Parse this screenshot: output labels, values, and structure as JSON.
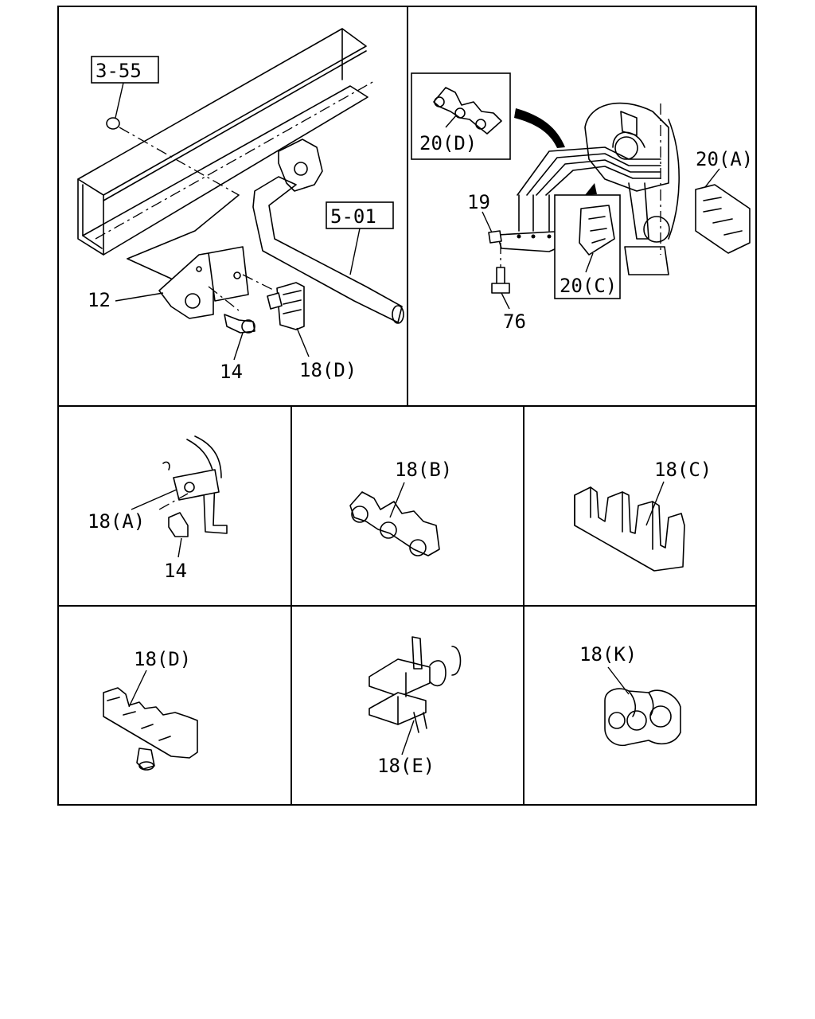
{
  "callouts": {
    "ref_3_55": "3-55",
    "ref_5_01": "5-01",
    "p12": "12",
    "p14_top": "14",
    "p18d_top": "18(D)",
    "p20d": "20(D)",
    "p20a": "20(A)",
    "p19": "19",
    "p20c": "20(C)",
    "p76": "76",
    "p18a": "18(A)",
    "p14_mid": "14",
    "p18b": "18(B)",
    "p18c": "18(C)",
    "p18d_bottom": "18(D)",
    "p18e": "18(E)",
    "p18k": "18(K)"
  }
}
